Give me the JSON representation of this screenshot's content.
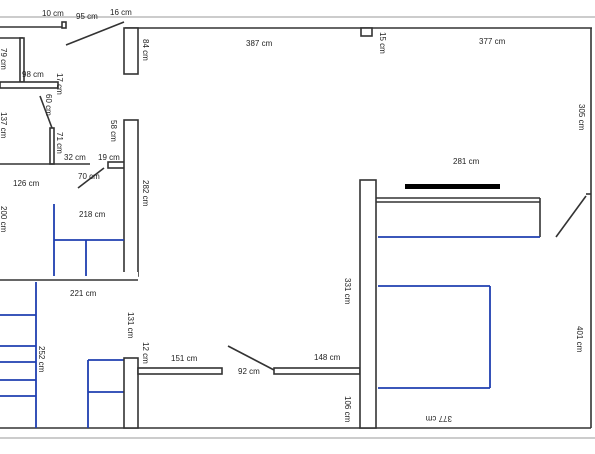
{
  "colors": {
    "wall": "#333333",
    "furniture": "#1f3fb0",
    "heater": "#000000",
    "paper": "#ffffff"
  },
  "labels": {
    "d10": "10 cm",
    "d95": "95 cm",
    "d16": "16 cm",
    "d84": "84 cm",
    "d387": "387 cm",
    "d15": "15 cm",
    "d377top": "377 cm",
    "d79": "79 cm",
    "d98": "98 cm",
    "d17": "17 cm",
    "d60": "60 cm",
    "d137": "137 cm",
    "d71": "71 cm",
    "d58": "58 cm",
    "d32": "32 cm",
    "d19": "19 cm",
    "d70": "70 cm",
    "d126": "126 cm",
    "d282": "282 cm",
    "d305": "305 cm",
    "d281": "281 cm",
    "d200": "200 cm",
    "d218": "218 cm",
    "d221": "221 cm",
    "d331": "331 cm",
    "d131": "131 cm",
    "d252": "252 cm",
    "d12": "12 cm",
    "d151": "151 cm",
    "d92": "92 cm",
    "d148": "148 cm",
    "d106": "106 cm",
    "d401": "401 cm",
    "d377bottom": "377 cm"
  }
}
